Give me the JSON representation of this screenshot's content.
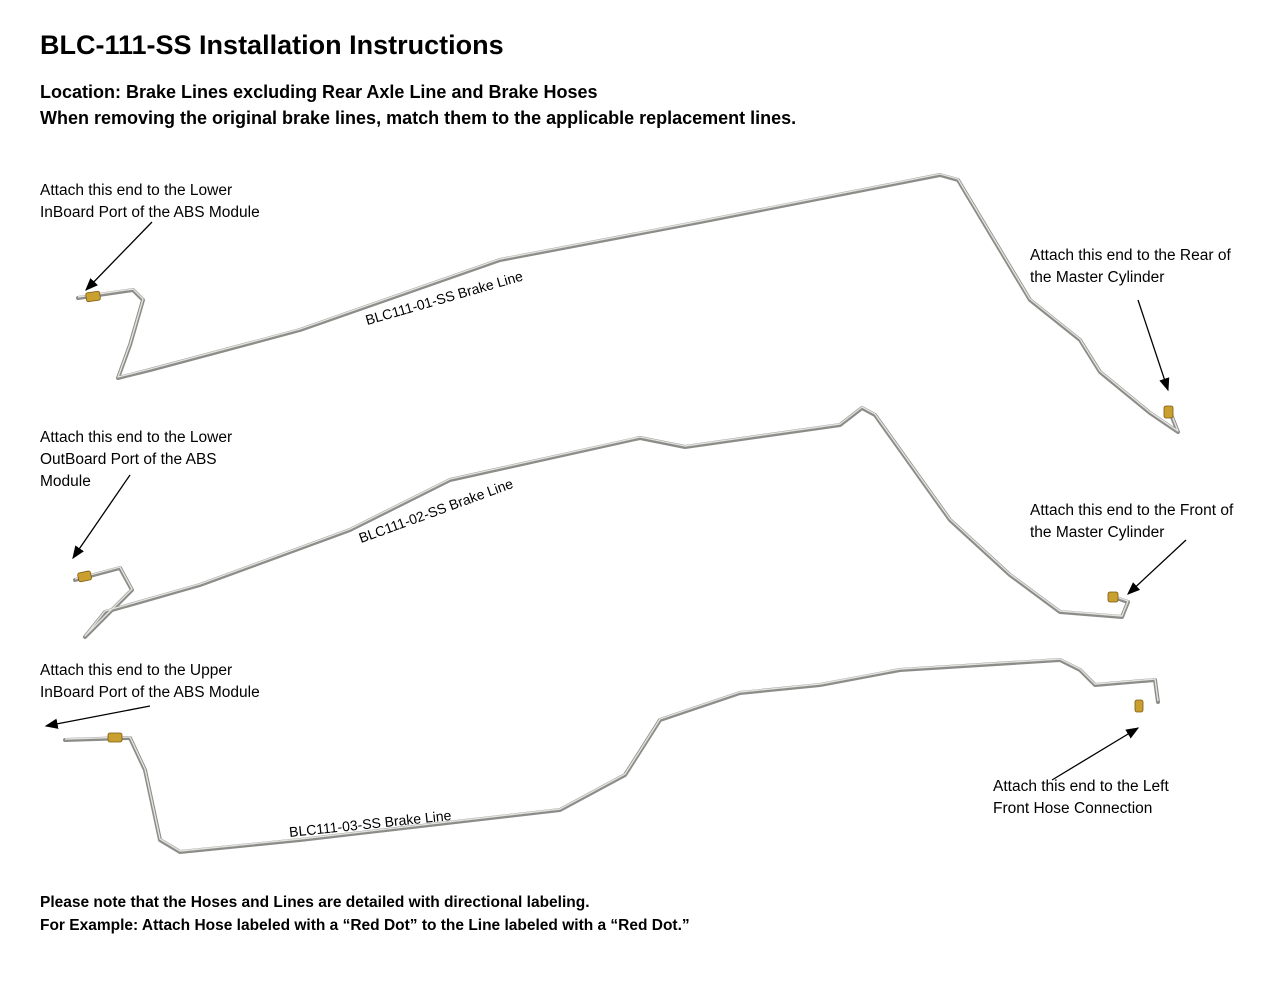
{
  "title": "BLC-111-SS Installation Instructions",
  "location": "Location: Brake Lines excluding Rear Axle Line and Brake Hoses",
  "instruction": "When removing the original brake lines, match them to the applicable replacement lines.",
  "lines": [
    {
      "label": "BLC111-01-SS Brake Line",
      "start_note_1": "Attach this end to the Lower",
      "start_note_2": "InBoard Port of the ABS Module",
      "end_note_1": "Attach this end to the Rear of",
      "end_note_2": "the Master Cylinder"
    },
    {
      "label": "BLC111-02-SS Brake Line",
      "start_note_1": "Attach this end to the Lower",
      "start_note_2": "OutBoard Port of the ABS",
      "start_note_3": "Module",
      "end_note_1": "Attach this end to the Front of",
      "end_note_2": "the Master Cylinder"
    },
    {
      "label": "BLC111-03-SS Brake Line",
      "start_note_1": "Attach this end to the Upper",
      "start_note_2": "InBoard Port of the ABS Module",
      "end_note_1": "Attach this end to the Left",
      "end_note_2": "Front Hose Connection"
    }
  ],
  "footer": {
    "line1": "Please note that the Hoses and Lines are detailed with directional labeling.",
    "line2": "For Example: Attach Hose labeled with a “Red Dot” to the Line labeled with a “Red Dot.”"
  }
}
